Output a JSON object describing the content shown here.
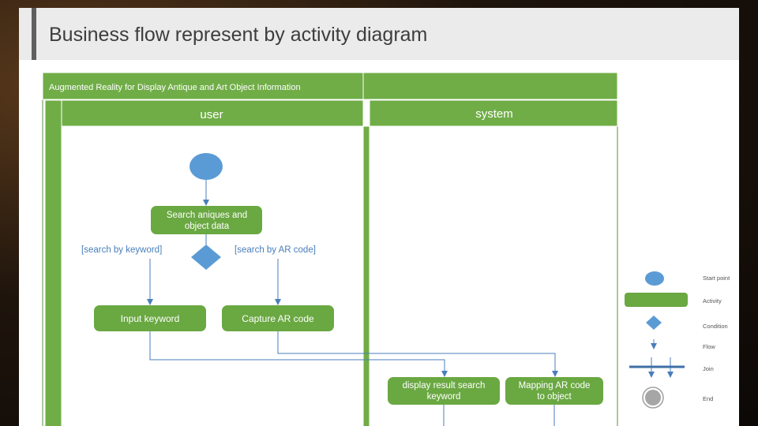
{
  "slide": {
    "title": "Business flow represent by activity diagram"
  },
  "diagram": {
    "header": "Augmented Reality for Display Antique and Art Object Information",
    "lanes": {
      "user": "user",
      "system": "system"
    },
    "nodes": {
      "search": [
        "Search aniques and",
        "object data"
      ],
      "input_keyword": "Input keyword",
      "capture_ar": "Capture AR code",
      "display_result": [
        "display result search",
        "keyword"
      ],
      "mapping_ar": [
        "Mapping AR code",
        "to object"
      ]
    },
    "guards": {
      "keyword": "[search by keyword]",
      "ar_code": "[search by AR code]"
    }
  },
  "legend": {
    "start_point": "Start point",
    "activity": "Activity",
    "condition": "Condition",
    "flow": "Flow",
    "join": "Join",
    "end": "End"
  },
  "colors": {
    "lane_green": "#70ad47",
    "node_green": "#6aa842",
    "blue": "#5b9bd5",
    "arrow": "#4a7ebb"
  }
}
